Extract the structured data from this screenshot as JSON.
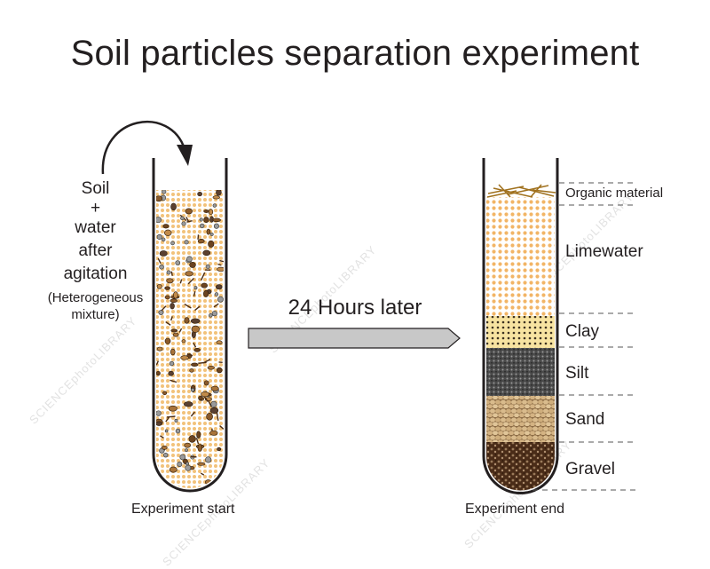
{
  "title": "Soil particles separation experiment",
  "mixture_label": {
    "line1": "Soil",
    "line2": "+",
    "line3": "water",
    "line4": "after",
    "line5": "agitation",
    "line6": "(Heterogeneous",
    "line7": "mixture)"
  },
  "arrow_label": "24 Hours later",
  "start_caption": "Experiment start",
  "end_caption": "Experiment end",
  "layers": [
    {
      "id": "organic",
      "label": "Organic material",
      "color": "#b8892a"
    },
    {
      "id": "limewater",
      "label": "Limewater",
      "color": "#f2b566"
    },
    {
      "id": "clay",
      "label": "Clay",
      "color": "#f5dd8c"
    },
    {
      "id": "silt",
      "label": "Silt",
      "color": "#6f6f6f"
    },
    {
      "id": "sand",
      "label": "Sand",
      "color": "#d7b98a"
    },
    {
      "id": "gravel",
      "label": "Gravel",
      "color": "#5a3a22"
    }
  ],
  "watermark": "SCIENCEphotoLIBRARY",
  "colors": {
    "tube_outline": "#231f20",
    "mixture_base": "#f3c98b",
    "arrow_fill": "#c8c8c8"
  }
}
